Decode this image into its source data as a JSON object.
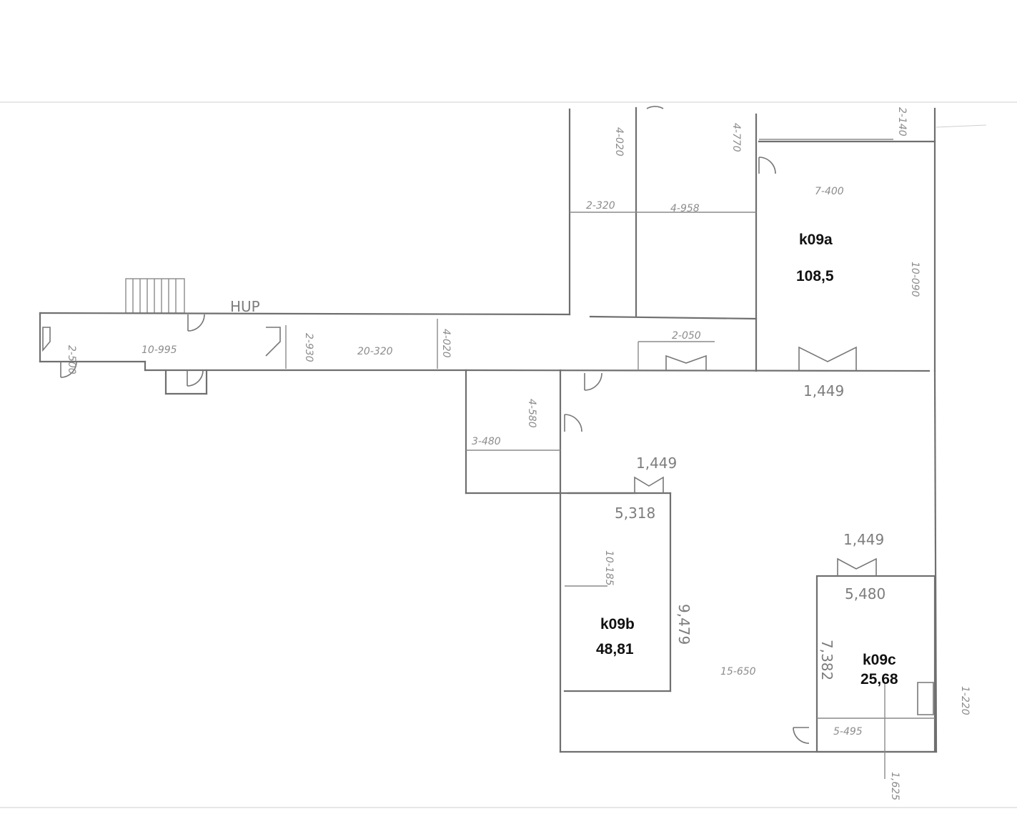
{
  "plan": {
    "annotations": {
      "hup": "HUP"
    },
    "rooms": [
      {
        "id": "k09a",
        "area": "108,5"
      },
      {
        "id": "k09b",
        "area": "48,81"
      },
      {
        "id": "k09c",
        "area": "25,68"
      }
    ],
    "dimensions": {
      "corridor_left_length": "10-995",
      "corridor_left_height": "2-500",
      "corridor_mid_height": "2-930",
      "corridor_length": "20-320",
      "corridor_width": "4-020",
      "room_upper_left_height": "4-020",
      "room_upper_left_width": "2-320",
      "room_upper_mid_width": "4-958",
      "room_upper_mid_height": "4-770",
      "corridor_right_segment": "2-050",
      "top_right_small": "2-140",
      "k09a_width": "7-400",
      "k09a_height": "10-090",
      "k09a_door_width": "1,449",
      "small_room_width": "3-480",
      "small_room_height": "4-580",
      "k09b_door_width": "1,449",
      "k09b_width": "5,318",
      "k09b_height": "10-185",
      "k09b_outer_height": "9,479",
      "lower_wing_width": "15-650",
      "k09c_door_width": "1,449",
      "k09c_width": "5,480",
      "k09c_height": "7,382",
      "k09c_side_small": "1-220",
      "k09c_bottom_width": "5-495",
      "bottom_right_small": "1,625"
    }
  }
}
